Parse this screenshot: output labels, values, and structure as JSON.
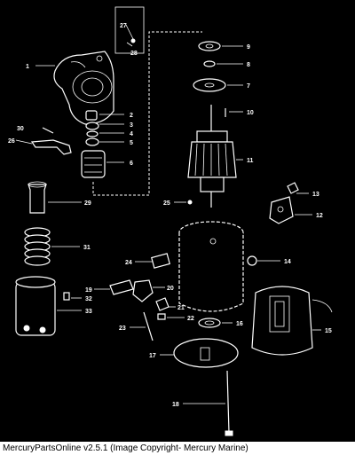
{
  "labels": {
    "p1": "1",
    "p2": "2",
    "p3": "3",
    "p4": "4",
    "p5": "5",
    "p6": "6",
    "p7": "7",
    "p8": "8",
    "p9": "9",
    "p10": "10",
    "p11": "11",
    "p12": "12",
    "p13": "13",
    "p14": "14",
    "p15": "15",
    "p16": "16",
    "p17": "17",
    "p18": "18",
    "p19": "19",
    "p20": "20",
    "p21": "21",
    "p22": "22",
    "p23": "23",
    "p24": "24",
    "p25": "25",
    "p26": "26",
    "p27": "27",
    "p28": "28",
    "p29": "29",
    "p30": "30",
    "p31": "31",
    "p32": "32",
    "p33": "33"
  },
  "footer": "MercuryPartsOnline v2.5.1 (Image Copyright- Mercury Marine)"
}
